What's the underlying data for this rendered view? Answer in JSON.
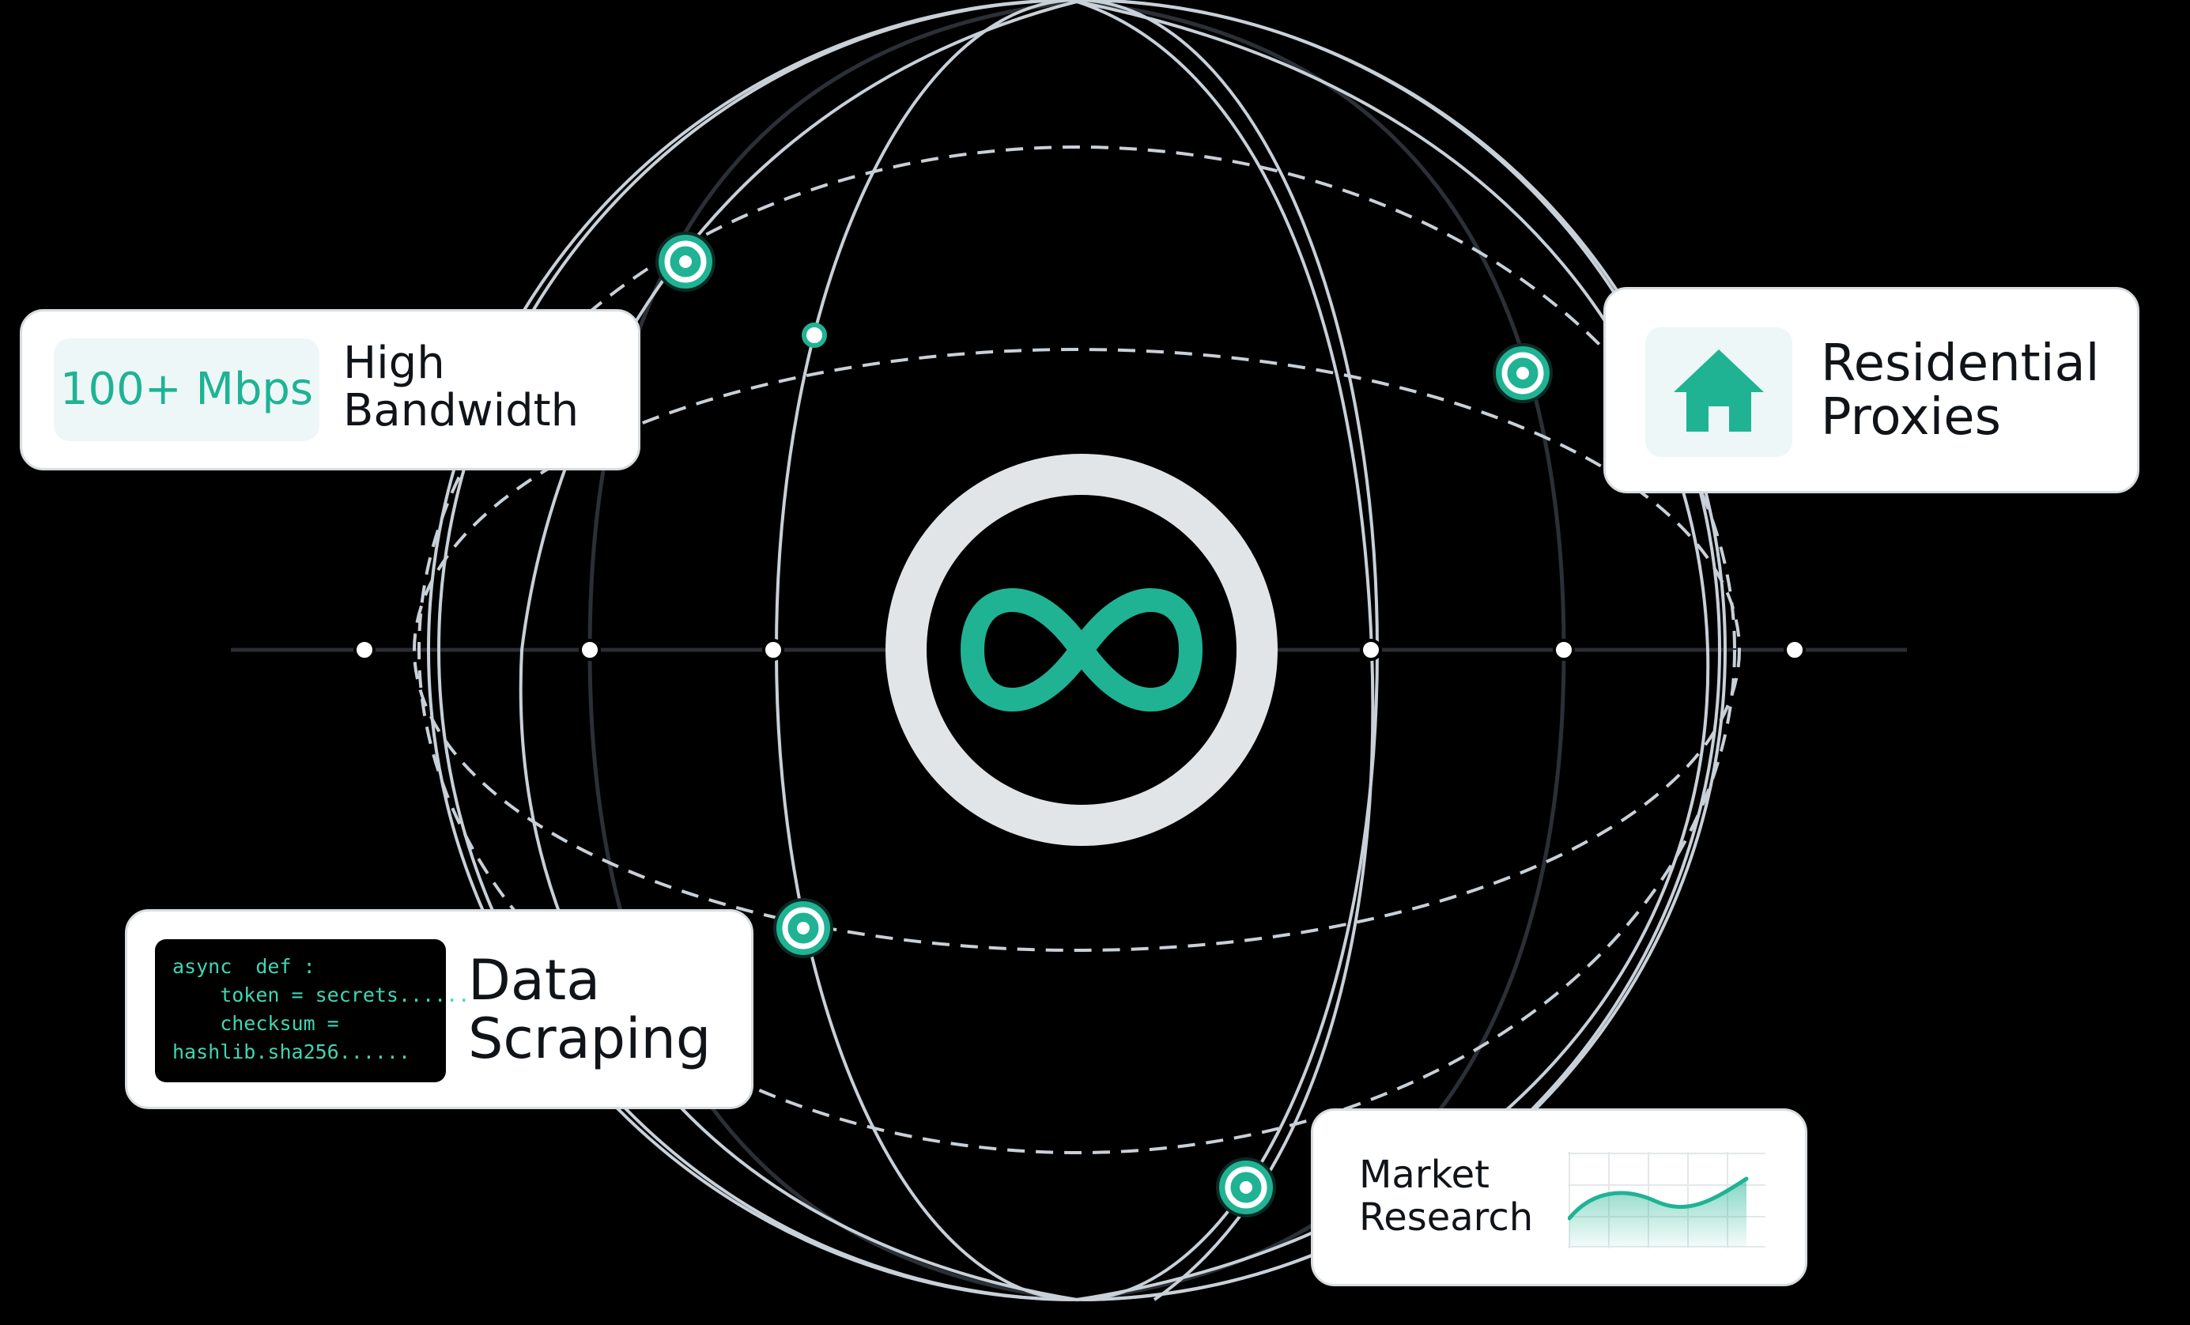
{
  "colors": {
    "background": "#000000",
    "globe_line": "#c8d0d8",
    "accent": "#1fb394",
    "card": "#ffffff",
    "ring": "#e2e5e8",
    "code_text": "#3fd6b4"
  },
  "center_logo": {
    "icon": "infinity-icon"
  },
  "cards": {
    "bandwidth": {
      "badge": "100+ Mbps",
      "label": "High\nBandwidth"
    },
    "residential": {
      "icon": "home-icon",
      "label": "Residential\nProxies"
    },
    "scraping": {
      "code_lines": [
        "async  def :",
        "    token = secrets......",
        "    checksum =",
        "hashlib.sha256......"
      ],
      "label": "Data\nScraping"
    },
    "market": {
      "label": "Market\nResearch",
      "icon": "line-chart-icon"
    }
  }
}
